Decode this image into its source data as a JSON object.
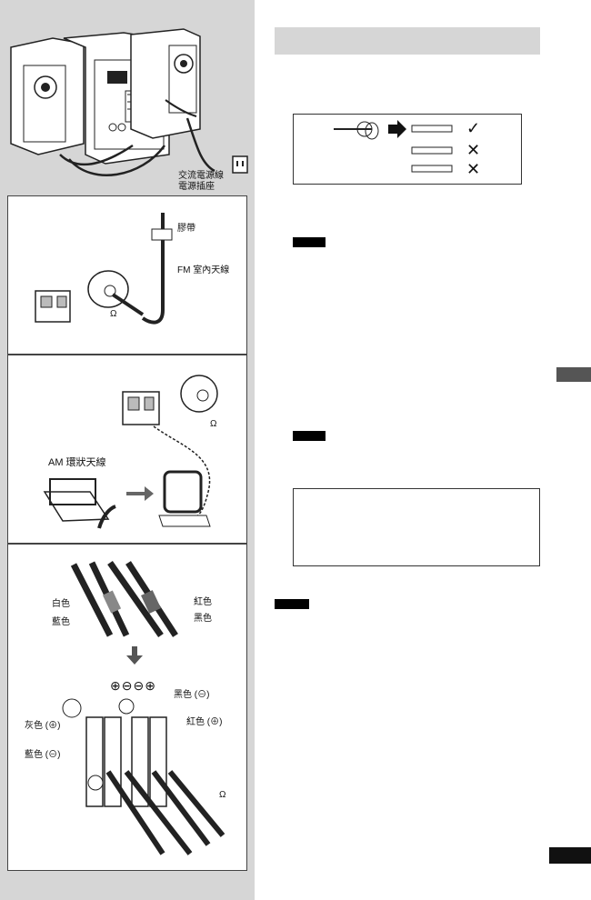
{
  "overview": {
    "cord_label": "交流電源線\n電源插座"
  },
  "fm_panel": {
    "tape_label": "膠帶",
    "antenna_label": "FM 室內天線",
    "ohm_symbol": "Ω"
  },
  "am_panel": {
    "antenna_label": "AM 環狀天線",
    "ohm_symbol": "Ω"
  },
  "speaker_panel": {
    "white_label": "白色",
    "blue_top_label": "藍色",
    "red_top_label": "紅色",
    "black_top_label": "黑色",
    "plus_minus_row": "⊕⊖⊖⊕",
    "black_right_label": "黑色 (⊖)",
    "gray_left_label": "灰色 (⊕)",
    "red_right_label": "紅色 (⊕)",
    "blue_left_label": "藍色 (⊖)",
    "ohm_symbol": "Ω"
  },
  "wire_box": {
    "check_mark": "✓",
    "cross_mark_1": "✕",
    "cross_mark_2": "✕"
  },
  "colors": {
    "sidebar_gray": "#d6d6d6",
    "tab_dark": "#555555",
    "black": "#000000"
  }
}
